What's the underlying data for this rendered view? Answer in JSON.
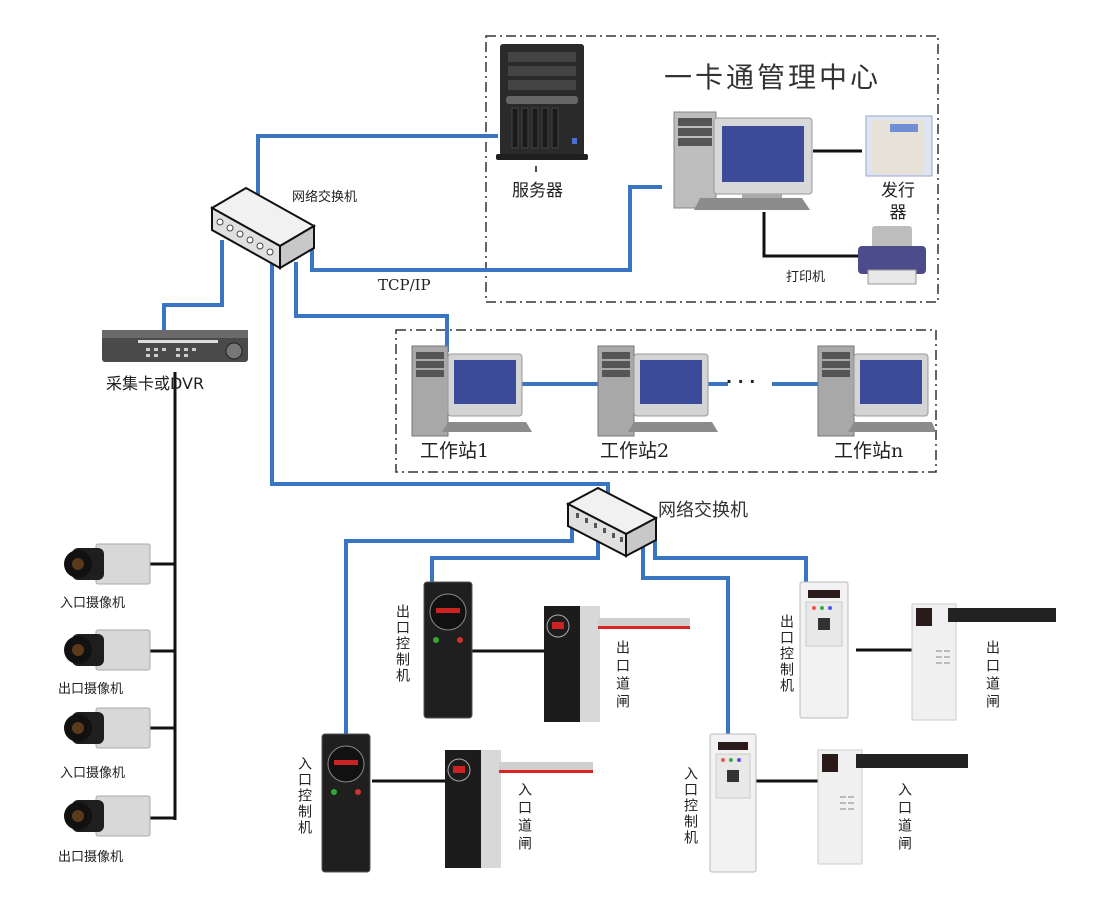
{
  "diagram": {
    "center_title": "一卡通管理中心",
    "server_label": "服务器",
    "issuer_label": "发行器",
    "printer_label": "打印机",
    "main_switch_label": "网络交换机",
    "protocol_label": "TCP/IP",
    "dvr_label": "采集卡或DVR",
    "workstations": [
      "工作站1",
      "工作站2",
      "工作站n"
    ],
    "workstation_ellipsis": "· · ·",
    "lane_switch_label": "网络交换机",
    "cameras": [
      "入口摄像机",
      "出口摄像机",
      "入口摄像机",
      "出口摄像机"
    ],
    "controllers": {
      "exit_black": "出口控制机",
      "exit_white": "出口控制机",
      "entry_black": "入口控制机",
      "entry_white": "入口控制机"
    },
    "barriers": {
      "exit_black": "出口道闸",
      "exit_white": "出口道闸",
      "entry_black": "入口道闸",
      "entry_white": "入口道闸"
    },
    "colors": {
      "network_line": "#3a75c4",
      "control_line": "#111111",
      "frame": "#333333"
    }
  }
}
